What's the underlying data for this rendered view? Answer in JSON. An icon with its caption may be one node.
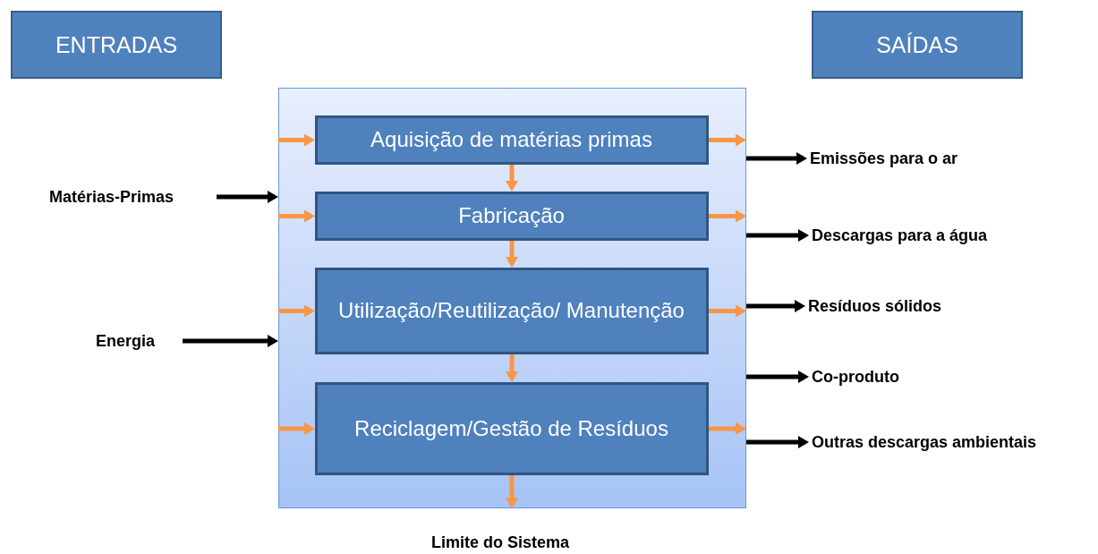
{
  "diagram": {
    "nodes": [
      {
        "text": [
          "ENTRADAS"
        ]
      },
      {
        "text": [
          "SAÍDAS"
        ]
      },
      {
        "text": [],
        "shape": "box"
      },
      {
        "text": [
          "Aquisição de matérias primas"
        ],
        "in": 2
      },
      {
        "text": [
          "Fabricação"
        ],
        "in": 2
      },
      {
        "text": [
          "Utilização/Reutilização/ Manutenção"
        ],
        "in": 2
      },
      {
        "text": [
          "Reciclagem/Gestão de Resíduos"
        ],
        "in": 2
      },
      {
        "text": [
          "Matérias-Primas"
        ]
      },
      {
        "text": [
          "Energia"
        ]
      },
      {
        "text": [
          "Emissões para o ar"
        ]
      },
      {
        "text": [
          "Descargas para a água"
        ]
      },
      {
        "text": [
          "Resíduos sólidos"
        ]
      },
      {
        "text": [
          "Co-produto"
        ]
      },
      {
        "text": [
          "Outras descargas ambientais"
        ]
      }
    ],
    "edges": [
      {
        "from": null,
        "to": 3,
        "arrow": "to"
      },
      {
        "from": null,
        "to": 4,
        "arrow": "to"
      },
      {
        "from": null,
        "to": 5,
        "arrow": "to"
      },
      {
        "from": null,
        "to": 6,
        "arrow": "to"
      },
      {
        "from": 3,
        "to": 4,
        "arrow": "to"
      },
      {
        "from": 4,
        "to": 5,
        "arrow": "to"
      },
      {
        "from": 5,
        "to": 6,
        "arrow": "to"
      },
      {
        "from": 6,
        "to": null,
        "arrow": "to"
      },
      {
        "from": 3,
        "to": null,
        "arrow": "to"
      },
      {
        "from": 4,
        "to": null,
        "arrow": "to"
      },
      {
        "from": 5,
        "to": null,
        "arrow": "to"
      },
      {
        "from": 6,
        "to": null,
        "arrow": "to"
      },
      {
        "from": 7,
        "to": 2,
        "arrow": "to",
        "color": "#000000"
      },
      {
        "from": 8,
        "to": 2,
        "arrow": "to",
        "color": "#000000"
      },
      {
        "from": 2,
        "to": 9,
        "arrow": "to",
        "color": "#000000"
      },
      {
        "from": 2,
        "to": 10,
        "arrow": "to",
        "color": "#000000"
      },
      {
        "from": 2,
        "to": 11,
        "arrow": "to",
        "color": "#000000"
      },
      {
        "from": 2,
        "to": 12,
        "arrow": "to",
        "color": "#000000"
      },
      {
        "from": 2,
        "to": 13,
        "arrow": "to",
        "color": "#000000"
      }
    ],
    "labels": [
      "Limite do Sistema"
    ]
  }
}
